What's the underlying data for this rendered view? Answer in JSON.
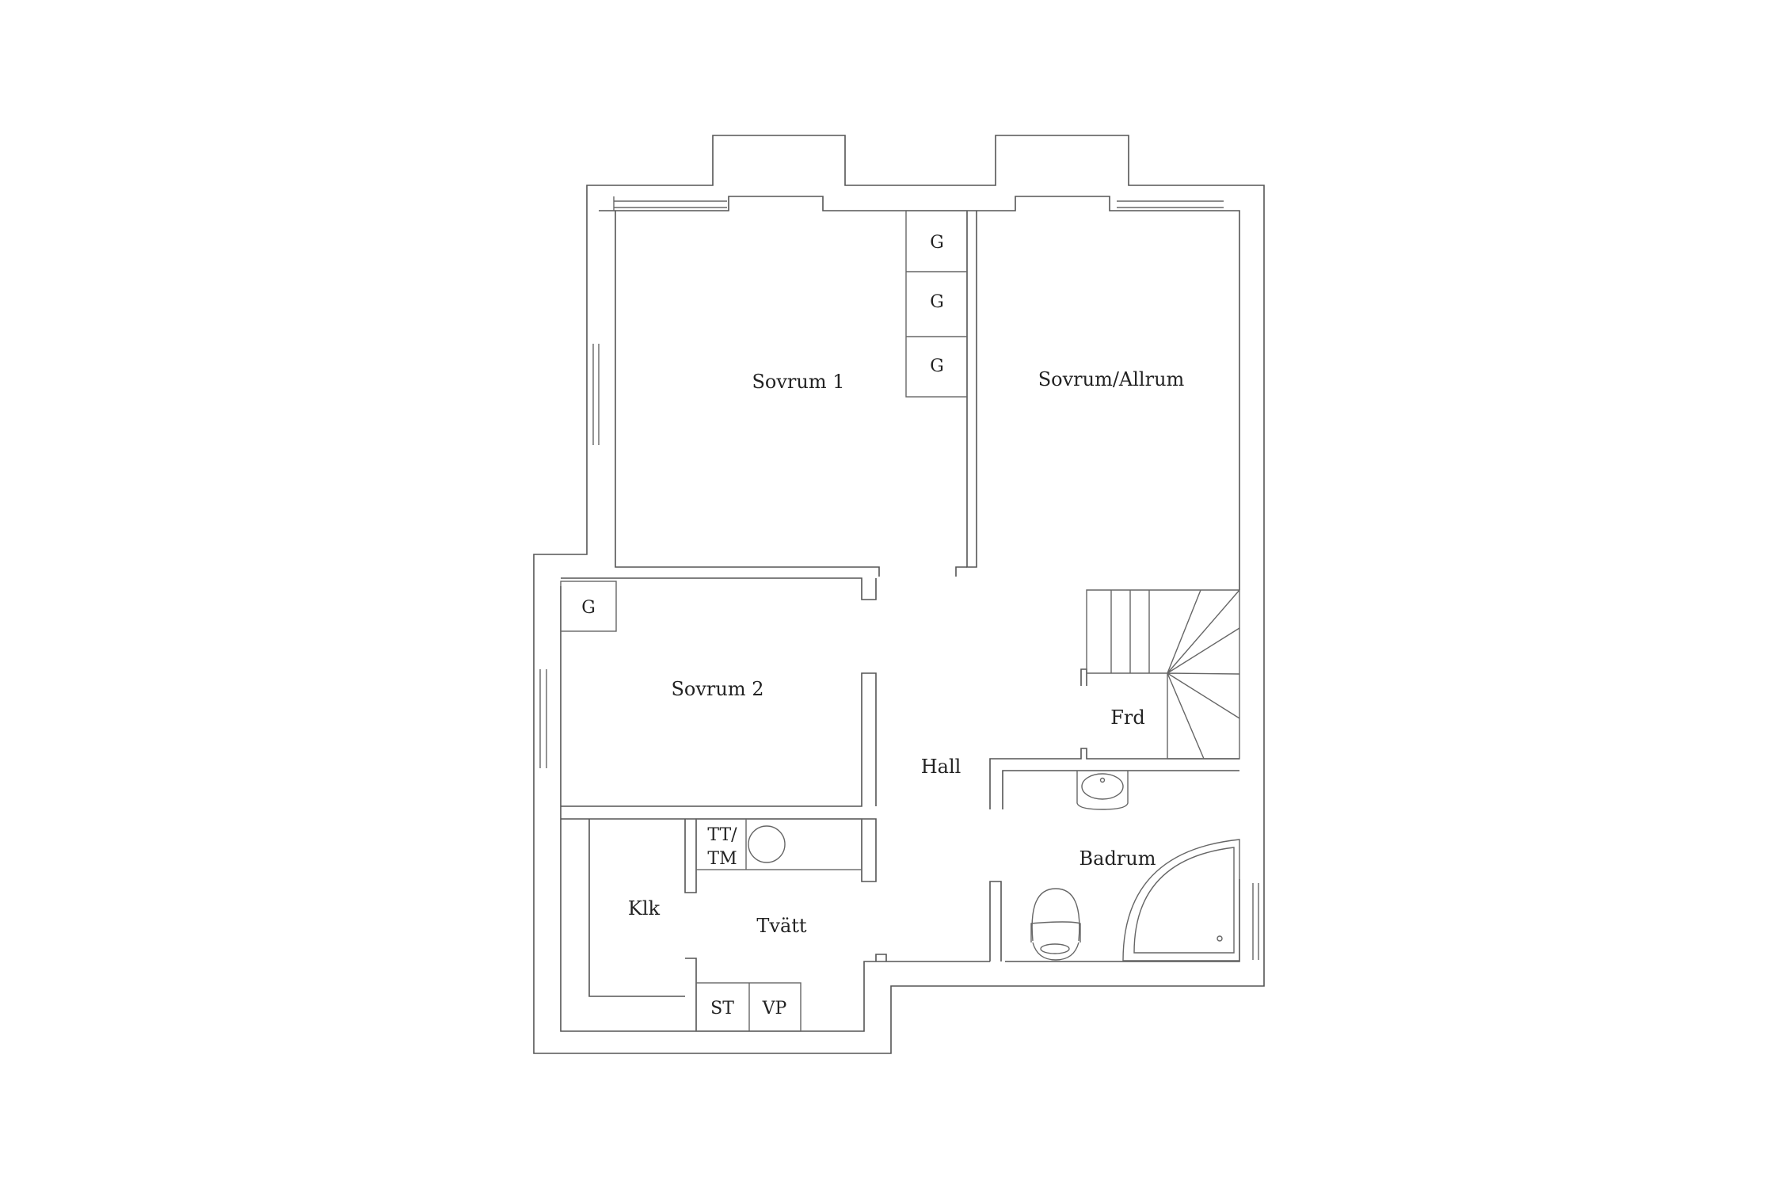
{
  "rooms": {
    "sovrum1": "Sovrum 1",
    "sovrum_allrum": "Sovrum/Allrum",
    "sovrum2": "Sovrum 2",
    "hall": "Hall",
    "frd": "Frd",
    "badrum": "Badrum",
    "klk": "Klk",
    "tvatt": "Tvätt"
  },
  "fixtures": {
    "wardrobe": "G",
    "tt_line1": "TT/",
    "tt_line2": "TM",
    "st": "ST",
    "vp": "VP"
  }
}
